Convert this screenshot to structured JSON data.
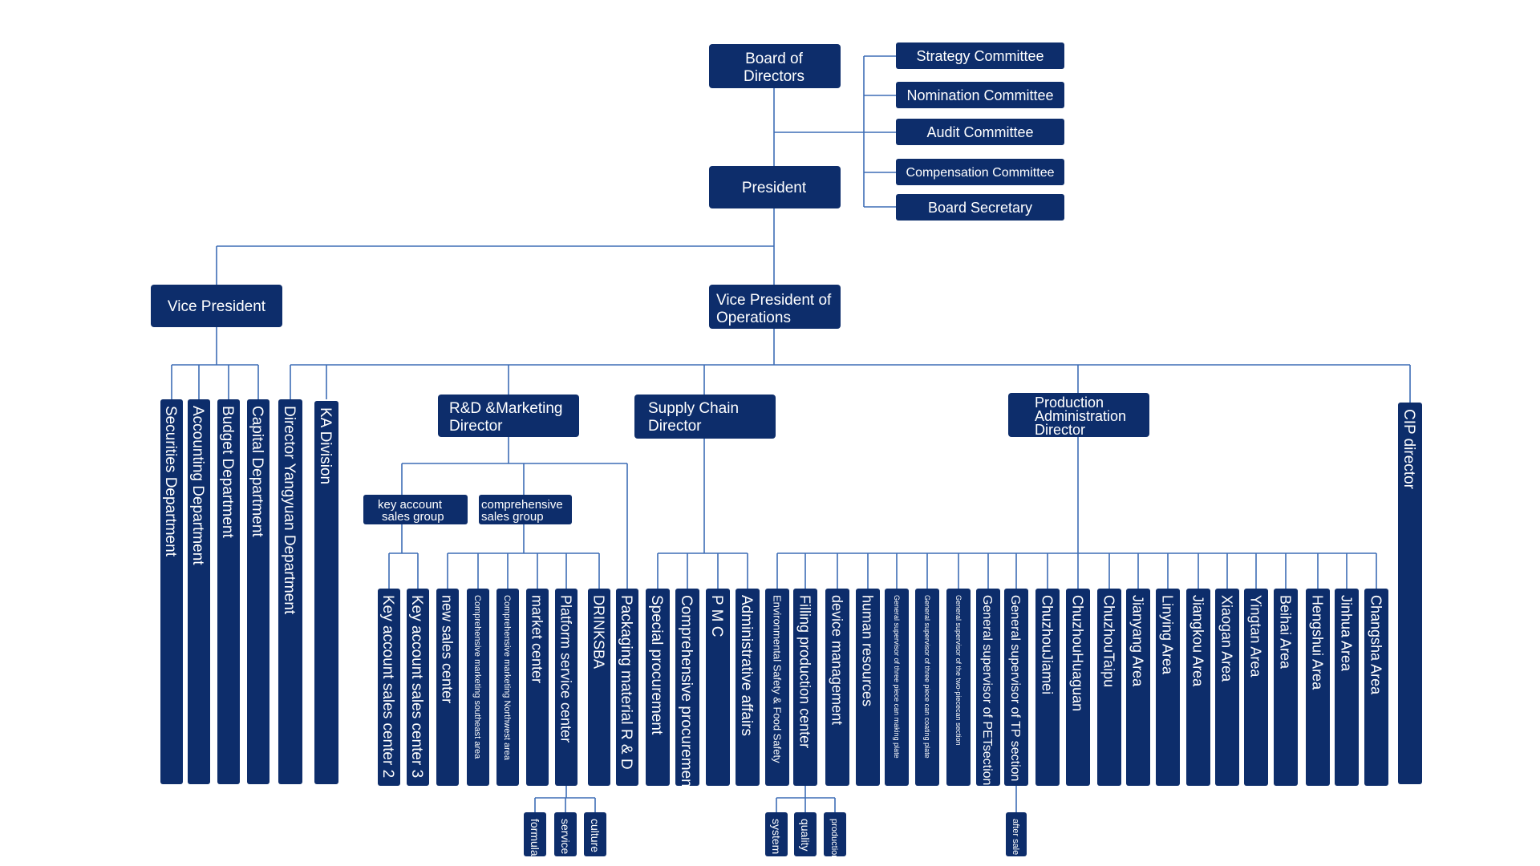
{
  "colors": {
    "box": "#0d2d6b",
    "line": "#3d6db5",
    "text": "#ffffff",
    "background": "#ffffff"
  },
  "board": {
    "line1": "Board of",
    "line2": "Directors"
  },
  "committees": [
    "Strategy Committee",
    "Nomination Committee",
    "Audit Committee",
    "Compensation Committee",
    "Board Secretary"
  ],
  "president": "President",
  "vice_president": "Vice President",
  "vp_operations": {
    "line1": "Vice President of",
    "line2": "Operations"
  },
  "vp_departments": [
    "Securities Department",
    "Accounting Department",
    "Budget Department",
    "Capital Department"
  ],
  "ops_units": [
    "Director Yangyuan Department",
    "KA Division"
  ],
  "rd_marketing_director": {
    "line1": "R&D  &Marketing",
    "line2": "Director"
  },
  "key_account_group": {
    "line1": "key account",
    "line2": "sales group"
  },
  "comprehensive_group": {
    "line1": "comprehensive",
    "line2": "sales group"
  },
  "key_account_centers": [
    "Key account sales center 2",
    "Key account sales center 3"
  ],
  "comprehensive_units": [
    "new sales center",
    "Comprehensive marketing southeast area",
    "Comprehensive marketing Northwest area",
    "market center",
    "Platform service center",
    "DRINKSBA"
  ],
  "packaging": "Packaging material R & D",
  "platform_subs": [
    "formula",
    "service",
    "culture"
  ],
  "supply_chain_director": {
    "line1": "Supply Chain",
    "line2": "Director"
  },
  "supply_units": [
    "Special procurement",
    "Comprehensive procurement",
    "P M C",
    "Administrative affairs"
  ],
  "production_director": {
    "line1": "Production",
    "line2": "Administration",
    "line3": "Director"
  },
  "production_units": [
    "Environmental Safety & Food Safety",
    "Filling production center",
    "device management",
    "human resources",
    "General supervisor of three piece can making plate",
    "General supervisor of three piece can coating plate",
    "General supervisor of the two-piececan section",
    "General supervisor of PETsection",
    "General supervisor of TP section",
    "ChuzhouJiamei",
    "ChuzhouHuaguan",
    "ChuzhouTaipu",
    "Jianyang Area",
    "Linying Area",
    "Jiangkou Area",
    "Xiaogan Area",
    "Yingtan Area",
    "Beihai Area",
    "Hengshui Area",
    "Jinhua Area",
    "Changsha Area"
  ],
  "filling_subs": [
    "system",
    "quality",
    "production"
  ],
  "tp_sub": "after sale",
  "cip_director": "CIP director"
}
